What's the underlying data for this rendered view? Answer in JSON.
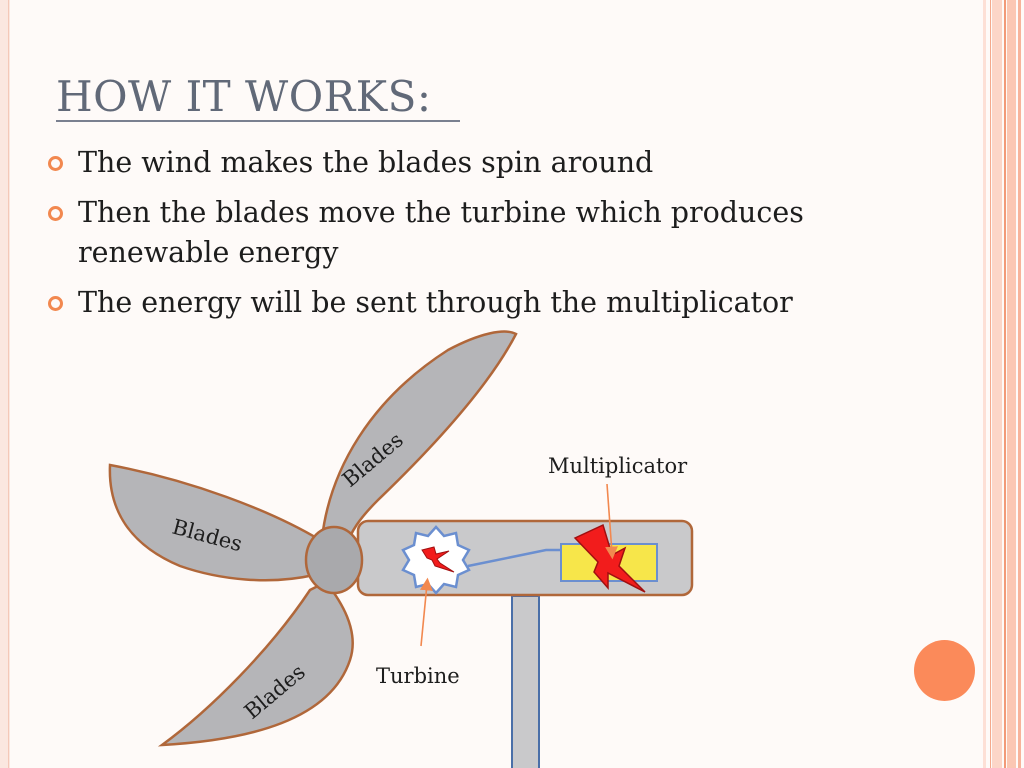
{
  "slide": {
    "title": "HOW IT WORKS:",
    "bullets": [
      "The wind makes the blades spin around",
      "Then the blades move the turbine which produces renewable energy",
      "The energy will be sent through the multiplicator"
    ]
  },
  "diagram": {
    "blade_labels": [
      "Blades",
      "Blades",
      "Blades"
    ],
    "multiplicator_label": "Multiplicator",
    "turbine_label": "Turbine"
  },
  "colors": {
    "title": "#616978",
    "bullet_ring": "#f2884f",
    "blade_fill": "#b5b5b8",
    "blade_stroke": "#b0673a",
    "nacelle_fill": "#c9c9cb",
    "multiplicator_fill": "#f7e64a",
    "lightning": "#f21c1c",
    "arrow": "#f2884f",
    "accent_ball": "#fb8a5a"
  },
  "icons": [
    "turbine-gear-icon",
    "lightning-bolt-icon"
  ]
}
